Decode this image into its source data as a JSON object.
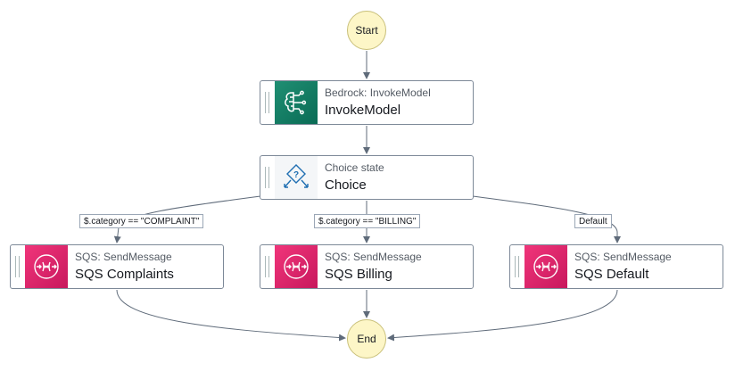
{
  "start": {
    "label": "Start"
  },
  "end": {
    "label": "End"
  },
  "states": {
    "invoke": {
      "type": "Bedrock: InvokeModel",
      "name": "InvokeModel",
      "icon": "bedrock-brain-icon"
    },
    "choice": {
      "type": "Choice state",
      "name": "Choice",
      "icon": "choice-question-icon"
    },
    "sqs_complaints": {
      "type": "SQS: SendMessage",
      "name": "SQS Complaints",
      "icon": "sqs-queue-icon"
    },
    "sqs_billing": {
      "type": "SQS: SendMessage",
      "name": "SQS Billing",
      "icon": "sqs-queue-icon"
    },
    "sqs_default": {
      "type": "SQS: SendMessage",
      "name": "SQS Default",
      "icon": "sqs-queue-icon"
    }
  },
  "conditions": {
    "complaint": "$.category == \"COMPLAINT\"",
    "billing": "$.category == \"BILLING\"",
    "default": "Default"
  },
  "colors": {
    "terminal_fill": "#fdf6c7",
    "bedrock": "#1a8a6e",
    "sqs": "#e7157b",
    "edge": "#5f6b7a"
  }
}
